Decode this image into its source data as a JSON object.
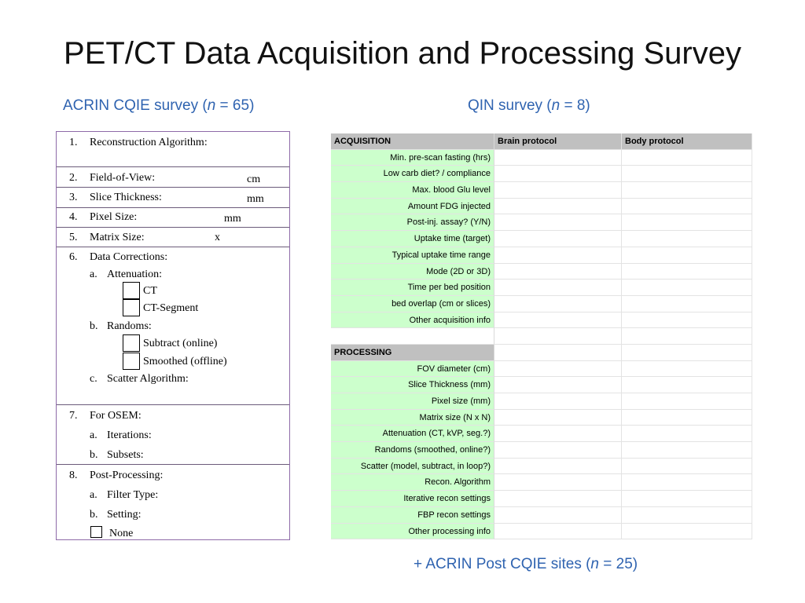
{
  "title": "PET/CT Data Acquisition and Processing Survey",
  "captions": {
    "left": {
      "prefix": "ACRIN CQIE survey (",
      "n": "n",
      "suffix": " = 65)"
    },
    "right": {
      "prefix": "QIN survey (",
      "n": "n",
      "suffix": " = 8)"
    },
    "bottom": {
      "prefix": "+ ACRIN Post CQIE sites (",
      "n": "n",
      "suffix": " = 25)"
    }
  },
  "form": {
    "q1": {
      "num": "1.",
      "label": "Reconstruction Algorithm:"
    },
    "q2": {
      "num": "2.",
      "label": "Field-of-View:",
      "unit": "cm"
    },
    "q3": {
      "num": "3.",
      "label": "Slice Thickness:",
      "unit": "mm"
    },
    "q4": {
      "num": "4.",
      "label": "Pixel Size:",
      "unit": "mm"
    },
    "q5": {
      "num": "5.",
      "label": "Matrix Size:",
      "unit": "x"
    },
    "q6": {
      "num": "6.",
      "label": "Data Corrections:",
      "a": {
        "num": "a.",
        "label": "Attenuation:",
        "opt1": "CT",
        "opt2": "CT-Segment"
      },
      "b": {
        "num": "b.",
        "label": "Randoms:",
        "opt1": "Subtract (online)",
        "opt2": "Smoothed (offline)"
      },
      "c": {
        "num": "c.",
        "label": "Scatter Algorithm:"
      }
    },
    "q7": {
      "num": "7.",
      "label": "For OSEM:",
      "a": {
        "num": "a.",
        "label": "Iterations:"
      },
      "b": {
        "num": "b.",
        "label": "Subsets:"
      }
    },
    "q8": {
      "num": "8.",
      "label": "Post-Processing:",
      "a": {
        "num": "a.",
        "label": "Filter Type:"
      },
      "b": {
        "num": "b.",
        "label": "Setting:"
      },
      "none": "None"
    }
  },
  "sheet": {
    "header": {
      "col1": "ACQUISITION",
      "col2": "Brain protocol",
      "col3": "Body protocol"
    },
    "acquisition": [
      "Min. pre-scan fasting (hrs)",
      "Low carb diet? / compliance",
      "Max. blood Glu level",
      "Amount FDG injected",
      "Post-inj. assay? (Y/N)",
      "Uptake time (target)",
      "Typical uptake time range",
      "Mode (2D or 3D)",
      "Time per bed position",
      "bed overlap (cm or slices)",
      "Other acquisition info"
    ],
    "processing_header": "PROCESSING",
    "processing": [
      "FOV diameter (cm)",
      "Slice Thickness (mm)",
      "Pixel size (mm)",
      "Matrix size (N x N)",
      "Attenuation (CT, kVP, seg.?)",
      "Randoms (smoothed, online?)",
      "Scatter (model, subtract, in loop?)",
      "Recon. Algorithm",
      "Iterative recon settings",
      "FBP recon settings",
      "Other processing info"
    ]
  }
}
